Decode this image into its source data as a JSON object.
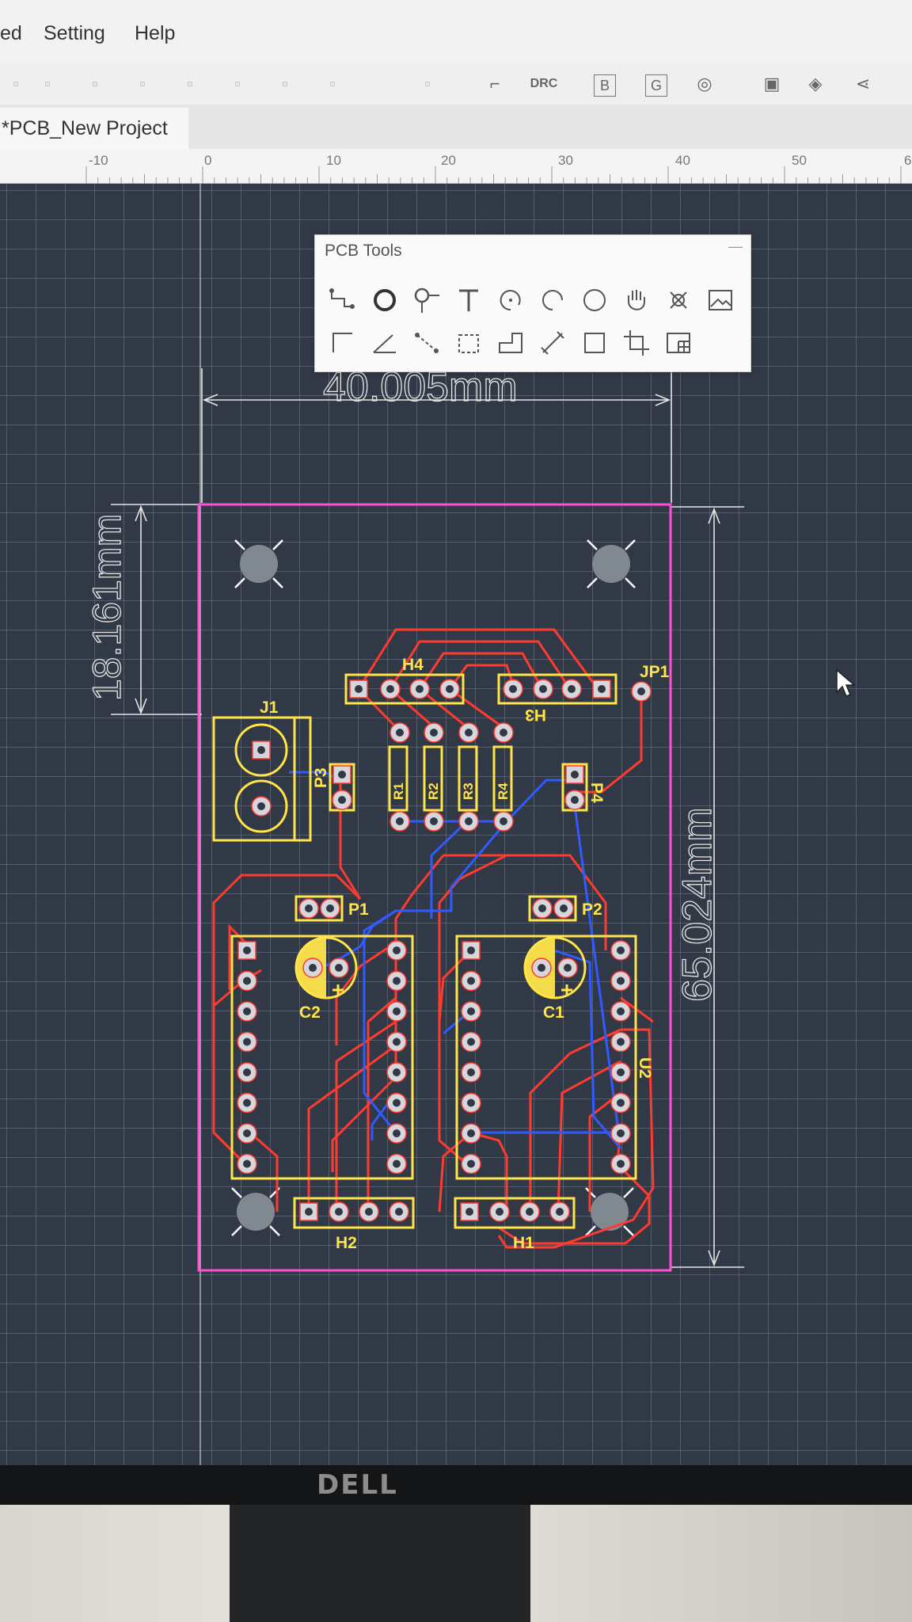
{
  "menu": {
    "items": [
      "ed",
      "Setting",
      "Help"
    ]
  },
  "toolbar": {
    "drc_label": "DRC",
    "b_label": "B",
    "g_label": "G"
  },
  "tab": {
    "label": "*PCB_New Project"
  },
  "ruler": {
    "ticks": [
      "-10",
      "0",
      "10",
      "20",
      "30",
      "40",
      "50",
      "6"
    ]
  },
  "pcb_tools": {
    "title": "PCB Tools",
    "tools_row1": [
      "track-icon",
      "pad-icon",
      "via-icon",
      "text-icon",
      "arc-icon",
      "center-arc-icon",
      "circle-icon",
      "pan-hand-icon",
      "cross-icon",
      "image-icon"
    ],
    "tools_row2": [
      "corner-icon",
      "angle-icon",
      "connect-icon",
      "dashed-rect-icon",
      "step-icon",
      "dimension-icon",
      "rect-icon",
      "crop-icon",
      "table-icon"
    ]
  },
  "dimensions": {
    "width": "40.005mm",
    "height_small": "18.161mm",
    "height_full": "65.024mm"
  },
  "components": {
    "J1": "J1",
    "H4": "H4",
    "H3": "H3",
    "JP1": "JP1",
    "P3": "P3",
    "P4": "P4",
    "R1": "R1",
    "R2": "R2",
    "R3": "R3",
    "R4": "R4",
    "P1": "P1",
    "P2": "P2",
    "C1": "C1",
    "C2": "C2",
    "U2": "U2",
    "H1": "H1",
    "H2": "H2"
  },
  "colors": {
    "board_outline": "#ff4fd8",
    "silkscreen": "#ffe44a",
    "top_copper": "#ff3b30",
    "bottom_copper": "#2f5bff",
    "canvas": "#313846"
  },
  "monitor": {
    "brand": "DELL"
  }
}
